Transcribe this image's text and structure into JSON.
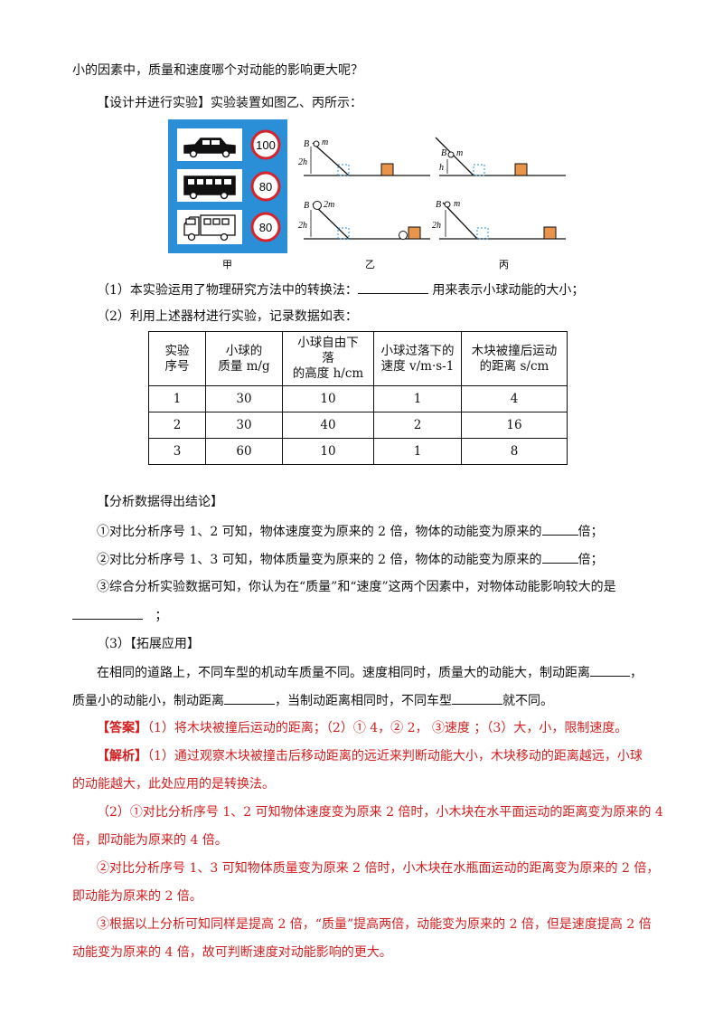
{
  "intro_line": "小的因素中，质量和速度哪个对动能的影响更大呢？",
  "design_line": "【设计并进行实验】实验装置如图乙、丙所示：",
  "figure": {
    "sign_speeds": [
      "100",
      "80",
      "80"
    ],
    "labels": {
      "B": "B",
      "m": "m",
      "two_m": "2m",
      "h": "h",
      "two_h": "2h"
    },
    "captions": [
      "甲",
      "乙",
      "丙"
    ]
  },
  "q1": {
    "prefix": "（1）本实验运用了物理研究方法中的转换法：",
    "suffix": "用来表示小球动能的大小；"
  },
  "q2": "（2）利用上述器材进行实验，记录数据如表：",
  "table": {
    "headers": [
      [
        "实验",
        "序号"
      ],
      [
        "小球的",
        "质量 m/g"
      ],
      [
        "小球自由下",
        "落",
        "的高度 h/cm"
      ],
      [
        "小球过落下的",
        "速度 v/m·s-1"
      ],
      [
        "木块被撞后运动",
        "的距离 s/cm"
      ]
    ],
    "rows": [
      [
        "1",
        "30",
        "10",
        "1",
        "4"
      ],
      [
        "2",
        "30",
        "40",
        "2",
        "16"
      ],
      [
        "3",
        "60",
        "10",
        "1",
        "8"
      ]
    ]
  },
  "analysis_title": "【分析数据得出结论】",
  "analysis": {
    "a1_prefix": "①对比分析序号 1、2 可知，物体速度变为原来的 2 倍，物体的动能变为原来的",
    "a1_suffix": "倍；",
    "a2_prefix": "②对比分析序号 1、3 可知，物体质量变为原来的 2 倍，物体的动能变为原来的",
    "a2_suffix": "倍；",
    "a3": "③综合分析实验数据可知，你认为在“质量”和“速度”这两个因素中，对物体动能影响较大的是",
    "a3_end": "；"
  },
  "q3": "（3）【拓展应用】",
  "apply": {
    "l1": "在相同的道路上，不同车型的机动车质量不同。速度相同时，质量大的动能大，制动距离",
    "l1_end": "，",
    "l2_a": "质量小的动能小，制动距离",
    "l2_b": "，当制动距离相同时，不同车型",
    "l2_c": "就不同。"
  },
  "answer": {
    "tag": "【答案】",
    "text": "（1）将木块被撞后运动的距离；（2）① 4，② 2，   ③速度  ；（3）大，小，限制速度。"
  },
  "explain": {
    "tag": "【解析】",
    "p1_a": "（1）通过观察木块被撞击后移动距离的远近来判断动能大小，木块移动的距离越远，小球",
    "p1_b": "的动能越大，此处应用的是转换法。",
    "p2_a": "（2）①对比分析序号 1、2 可知物体速度变为原来 2 倍时，小木块在水平面运动的距离变为原来的 4",
    "p2_b": "倍，即动能为原来的 4 倍。",
    "p3_a": "②对比分析序号 1、3 可知物体质量变为原来 2 倍时，小木块在水瓶面运动的距离变为原来的 2 倍，",
    "p3_b": "即动能为原来的 2 倍。",
    "p4_a": "③根据以上分析可知同样是提高 2 倍，“质量”提高两倍，动能变为原来的 2 倍，但是速度提高 2 倍",
    "p4_b": "动能变为原来的 4 倍，故可判断速度对动能影响的更大。"
  },
  "colors": {
    "panel_blue": "#2a8fd6",
    "sign_red": "#d8232a",
    "block_orange": "#e8944a",
    "answer_red": "#d21e1e"
  }
}
